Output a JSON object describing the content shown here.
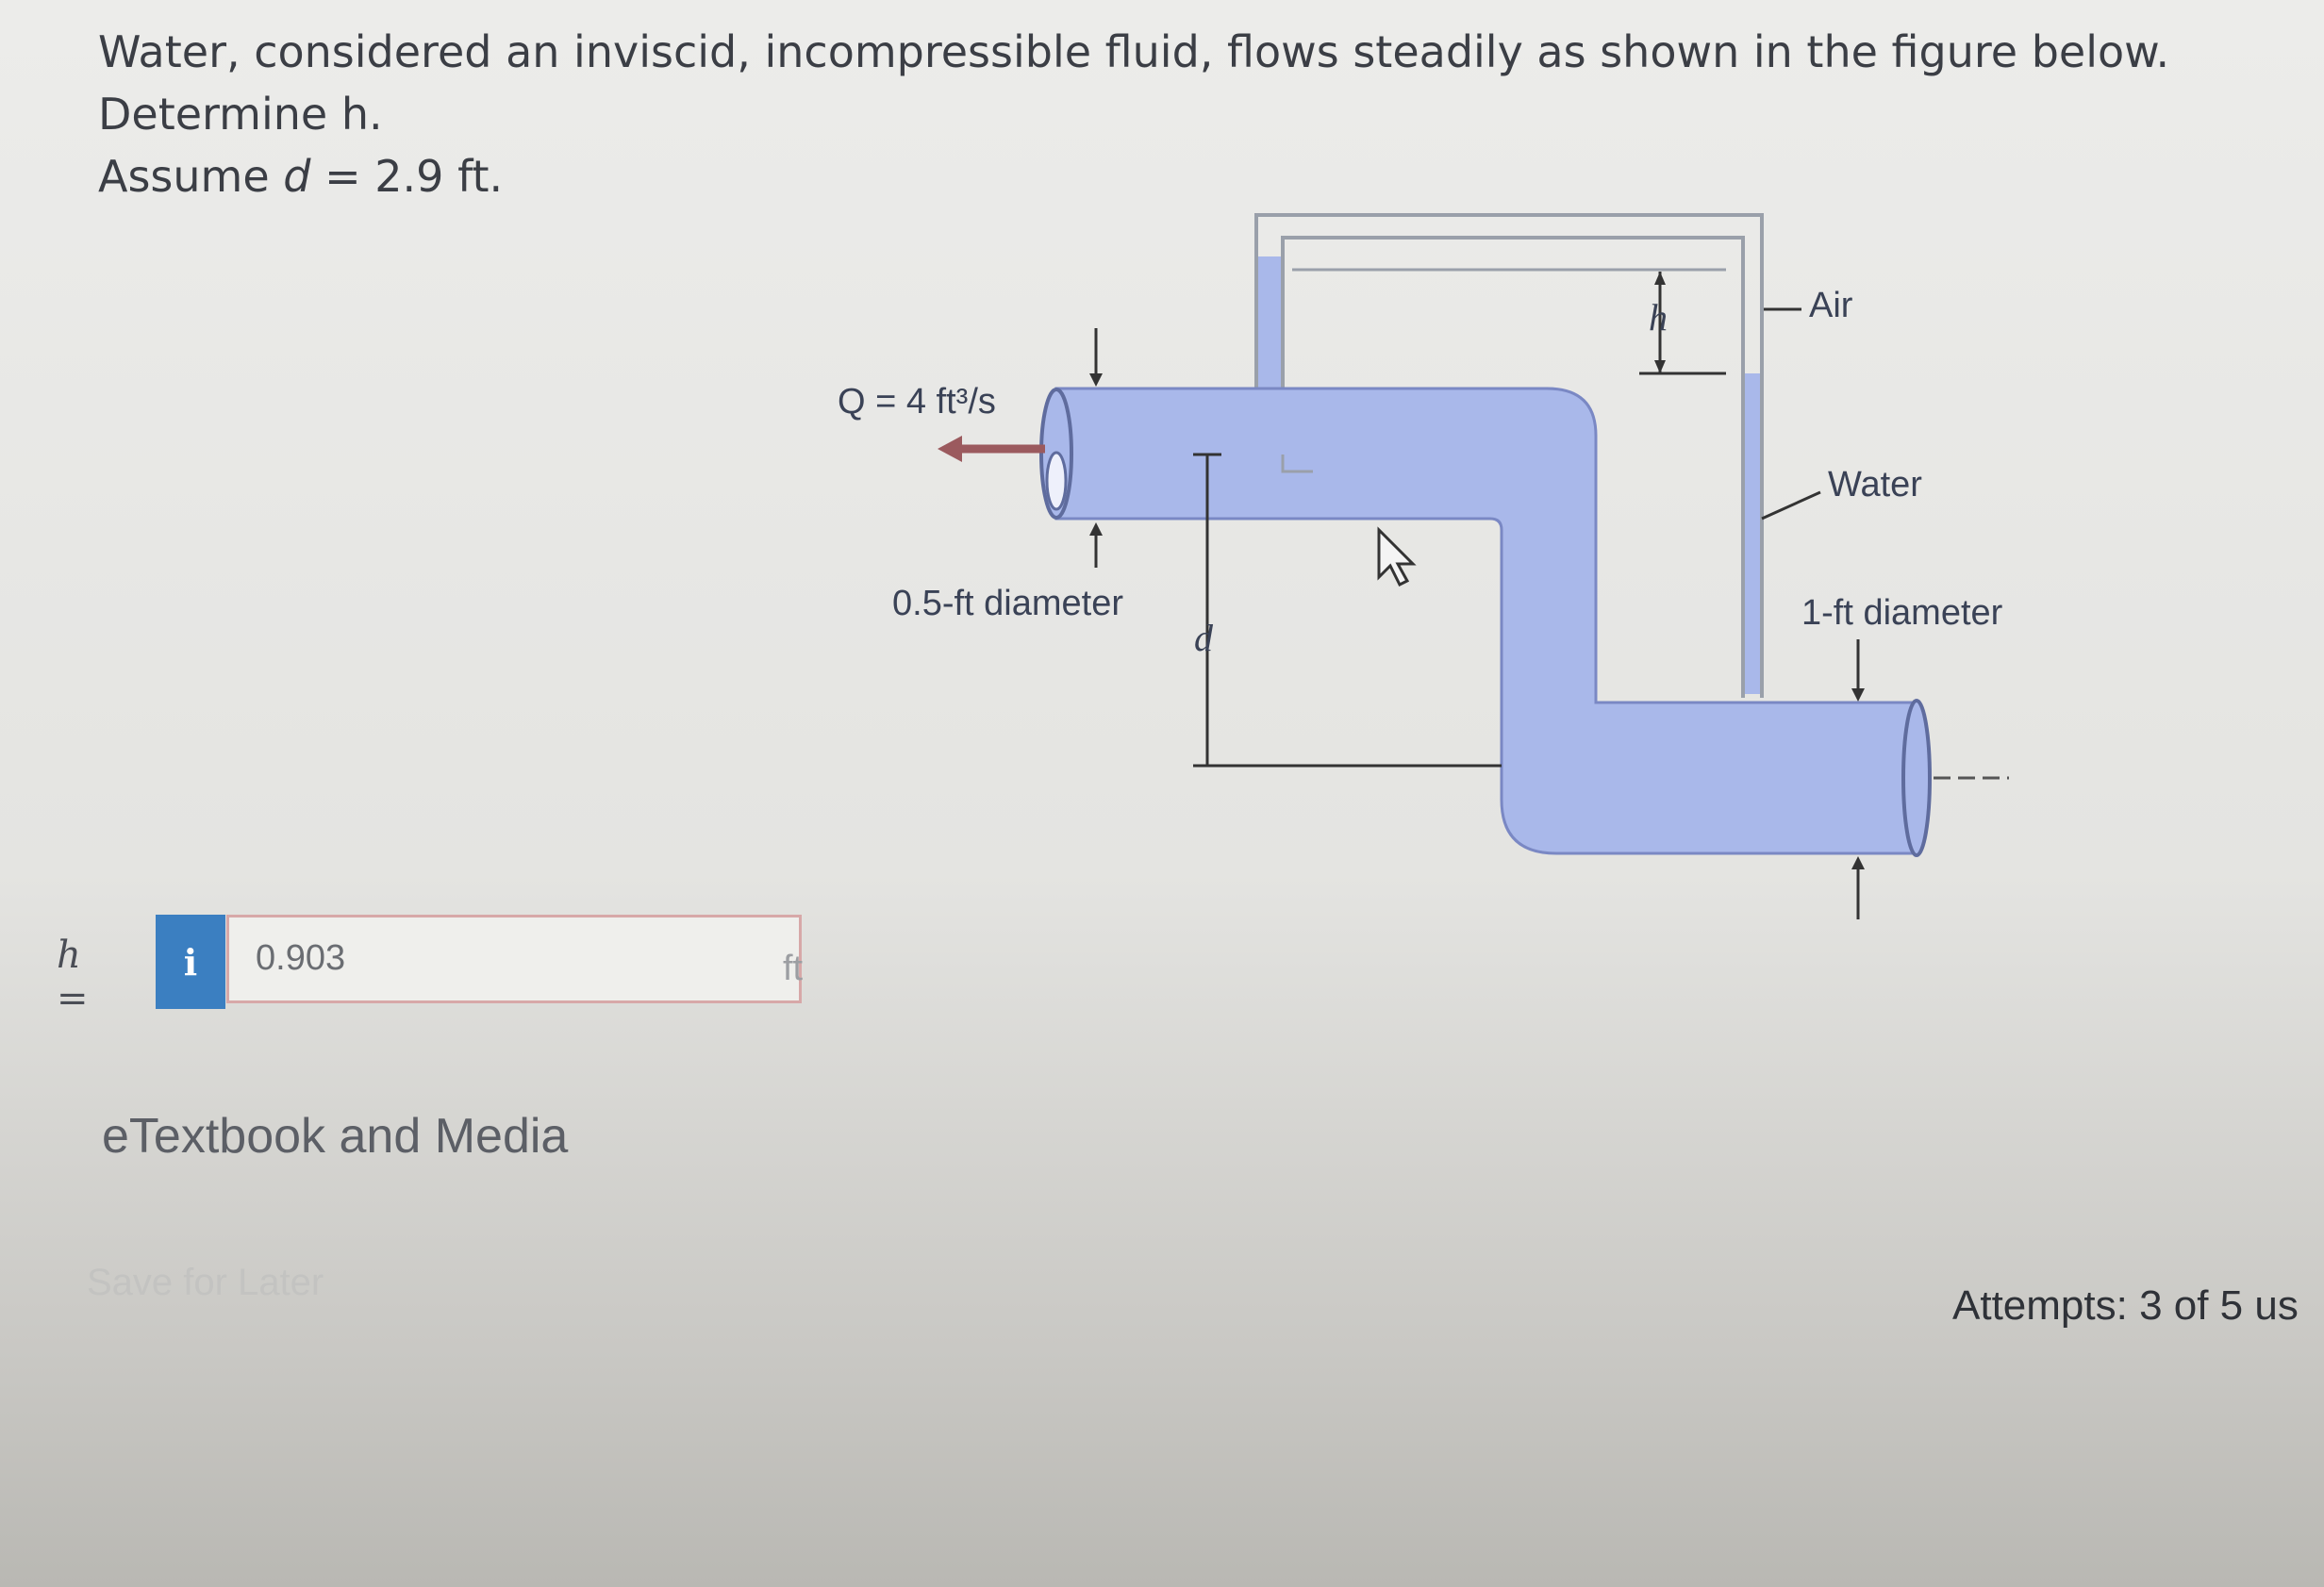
{
  "question": {
    "text_part1": "Water, considered an inviscid, incompressible fluid, flows steadily as shown in the figure below. Determine h.",
    "text_part2_prefix": "Assume ",
    "text_var": "d",
    "text_part2_suffix": " = 2.9 ft."
  },
  "figure": {
    "flow_label": "Q = 4 ft³/s",
    "small_diameter_label": "0.5-ft diameter",
    "large_diameter_label": "1-ft diameter",
    "air_label": "Air",
    "water_label": "Water",
    "h_label": "h",
    "d_label": "d",
    "water_color": "#a9b8ea",
    "arrow_color": "#9b5a5e"
  },
  "answer": {
    "label_var": "h",
    "label_eq": " =",
    "info_icon": "i",
    "value": "0.903",
    "unit": "ft"
  },
  "etextbook_label": "eTextbook and Media",
  "save_label": "Save for Later",
  "attempts_label": "Attempts: 3 of 5 us"
}
